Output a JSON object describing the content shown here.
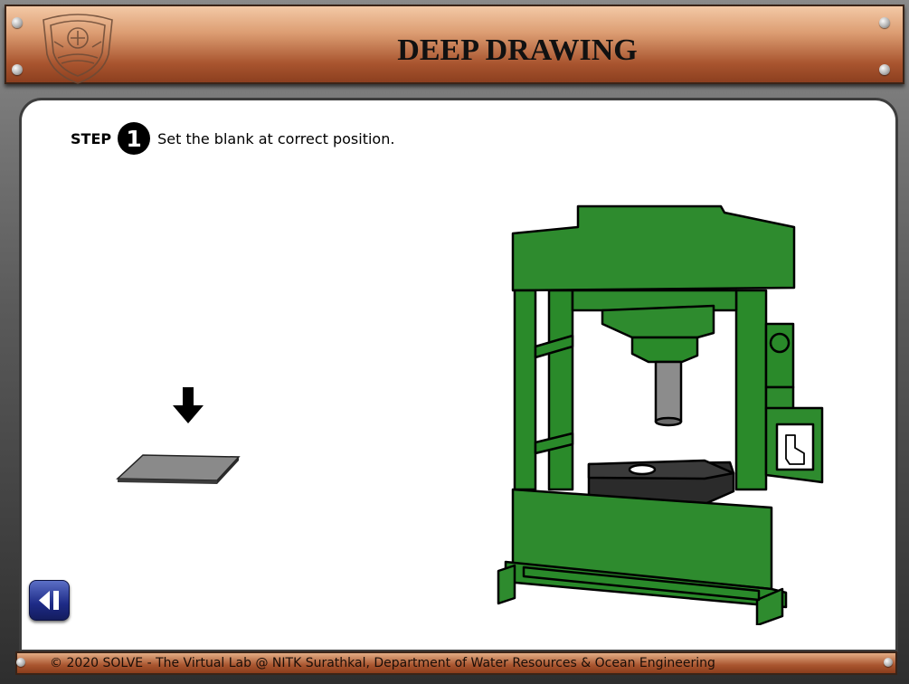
{
  "header": {
    "title": "DEEP DRAWING",
    "logo_icon": "nitk-emblem-logo"
  },
  "step": {
    "label": "STEP",
    "number": "1",
    "instruction": "Set the blank at correct position."
  },
  "scene": {
    "arrow_icon": "down-arrow-icon",
    "blank": "blank-sheet",
    "machine": "hydraulic-press",
    "machine_color": "#2e8b2e",
    "die_color": "#2b2b2b",
    "blank_color": "#8a8a8a"
  },
  "navigation": {
    "back_icon": "back-arrow-icon"
  },
  "footer": {
    "text": "© 2020 SOLVE - The Virtual Lab @ NITK Surathkal, Department of Water Resources & Ocean Engineering"
  }
}
